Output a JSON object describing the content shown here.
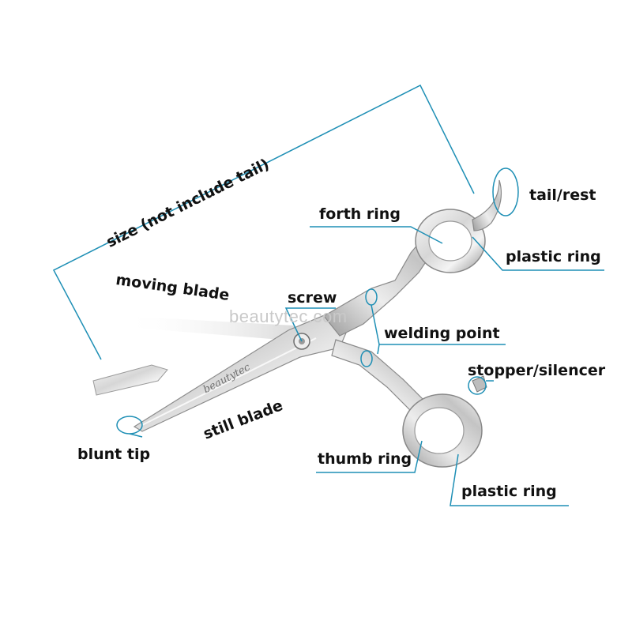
{
  "labels": {
    "size": "size (not include tail)",
    "moving_blade": "moving blade",
    "screw": "screw",
    "forth_ring": "forth ring",
    "tail_rest": "tail/rest",
    "plastic_ring_top": "plastic ring",
    "welding_point": "welding point",
    "stopper_silencer": "stopper/silencer",
    "still_blade": "still blade",
    "blunt_tip": "blunt tip",
    "thumb_ring": "thumb ring",
    "plastic_ring_bottom": "plastic ring"
  },
  "watermark": "beautytec.com",
  "blade_brand": "beautytec",
  "colors": {
    "callout_line": "#1e8fb5",
    "label_text": "#111111",
    "steel_light": "#f2f2f2",
    "steel_dark": "#8a8a8a",
    "background": "#ffffff"
  }
}
